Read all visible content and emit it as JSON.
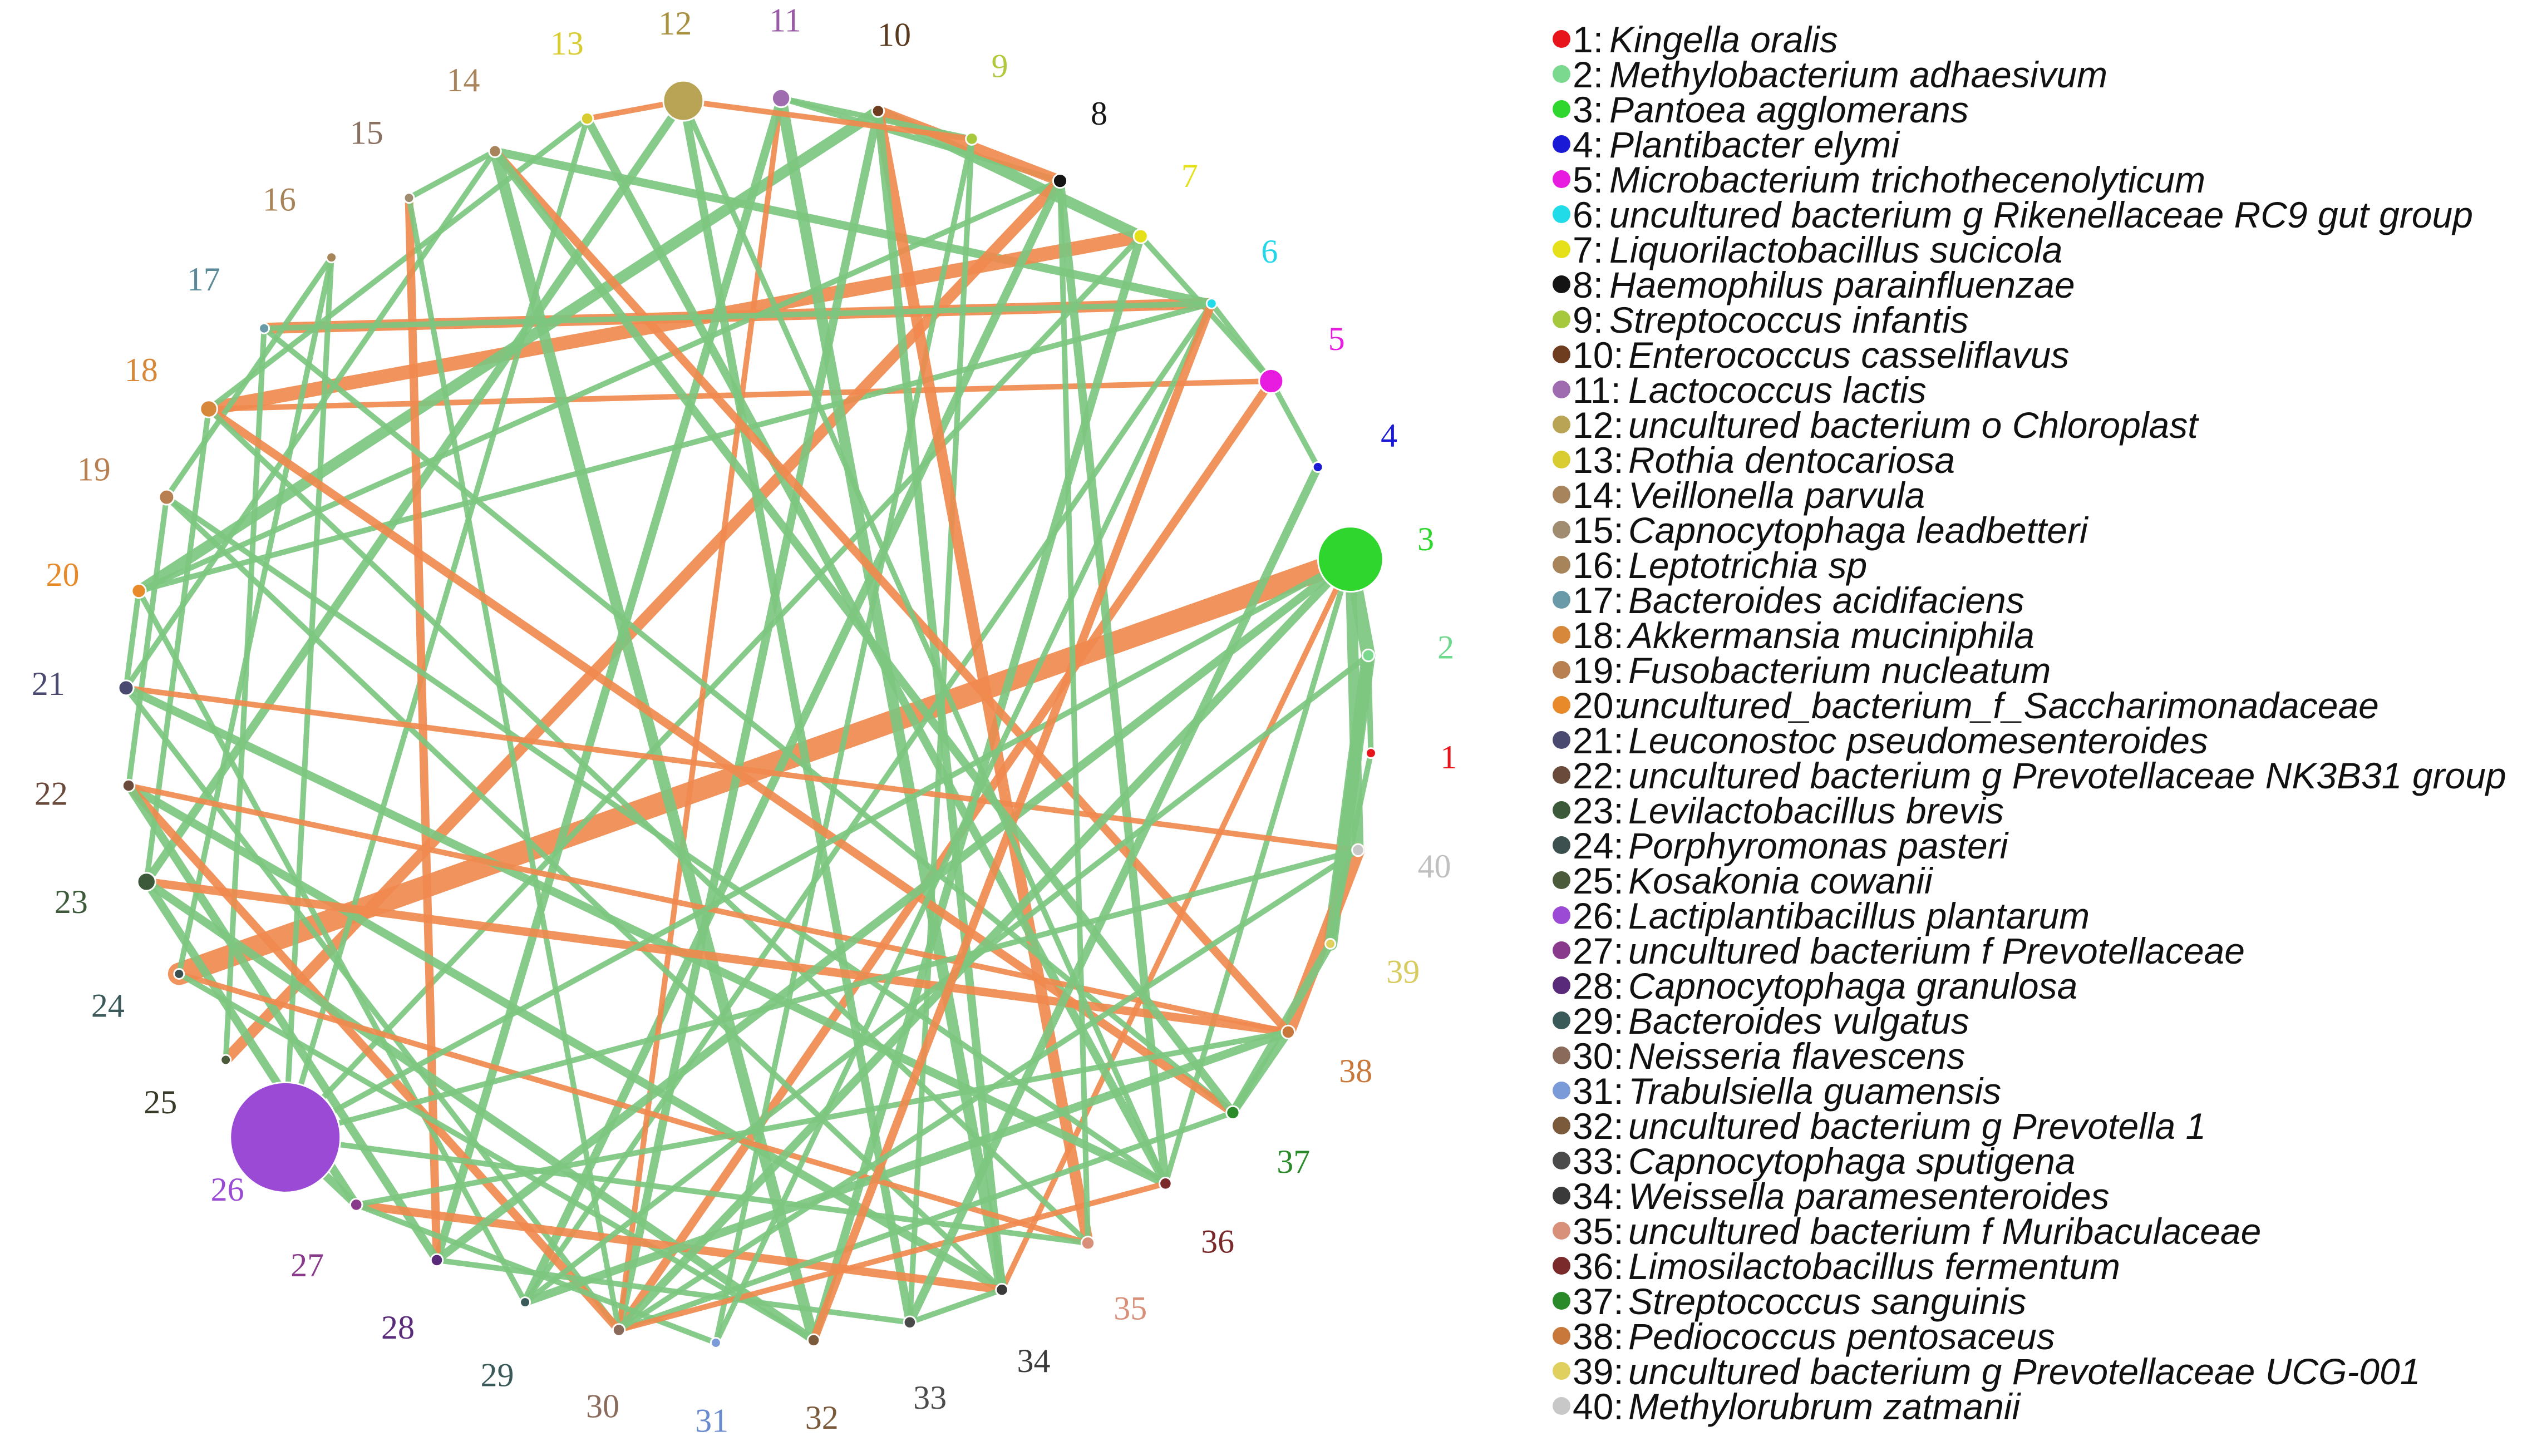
{
  "nodes": [
    {
      "id": "1",
      "name": "Kingella oralis",
      "color": "#e8141c",
      "size": 1
    },
    {
      "id": "2",
      "name": "Methylobacterium adhaesivum",
      "color": "#7ad98f",
      "size": 1.2
    },
    {
      "id": "3",
      "name": "Pantoea agglomerans",
      "color": "#2ed62e",
      "size": 6.5
    },
    {
      "id": "4",
      "name": "Plantibacter elymi",
      "color": "#1a1ad6",
      "size": 1
    },
    {
      "id": "5",
      "name": "Microbacterium  trichothecenolyticum",
      "color": "#e81ce0",
      "size": 2.4
    },
    {
      "id": "6",
      "name": "uncultured bacterium g Rikenellaceae RC9 gut group",
      "color": "#22dbe8",
      "size": 1
    },
    {
      "id": "7",
      "name": "Liquorilactobacillus sucicola",
      "color": "#e6e01a",
      "size": 1.4
    },
    {
      "id": "8",
      "name": "Haemophilus parainfluenzae",
      "color": "#141414",
      "size": 1.4
    },
    {
      "id": "9",
      "name": "Streptococcus infantis",
      "color": "#a6c83c",
      "size": 1.2
    },
    {
      "id": "10",
      "name": "Enterococcus casseliflavus",
      "color": "#6e3c1e",
      "size": 1.2
    },
    {
      "id": "11",
      "name": "Lactococcus lactis",
      "color": "#a06cb0",
      "size": 1.8
    },
    {
      "id": "12",
      "name": "uncultured bacterium o Chloroplast",
      "color": "#b8a454",
      "size": 4
    },
    {
      "id": "13",
      "name": "Rothia dentocariosa",
      "color": "#d8cc30",
      "size": 1.2
    },
    {
      "id": "14",
      "name": "Veillonella parvula",
      "color": "#a8845c",
      "size": 1.2
    },
    {
      "id": "15",
      "name": "Capnocytophaga leadbetteri",
      "color": "#a08c70",
      "size": 1
    },
    {
      "id": "16",
      "name": "Leptotrichia sp",
      "color": "#a8845a",
      "size": 1
    },
    {
      "id": "17",
      "name": "Bacteroides acidifaciens",
      "color": "#6a9aa8",
      "size": 1
    },
    {
      "id": "18",
      "name": "Akkermansia muciniphila",
      "color": "#d8883a",
      "size": 1.7
    },
    {
      "id": "19",
      "name": "Fusobacterium nucleatum",
      "color": "#b88050",
      "size": 1.5
    },
    {
      "id": "20",
      "name": "uncultured_bacterium_f_Saccharimonadaceae",
      "color": "#e88a2a",
      "size": 1.4
    },
    {
      "id": "21",
      "name": "Leuconostoc pseudomesenteroides",
      "color": "#4a4a70",
      "size": 1.5
    },
    {
      "id": "22",
      "name": "uncultured bacterium g Prevotellaceae NK3B31 group",
      "color": "#6a4a3a",
      "size": 1.2
    },
    {
      "id": "23",
      "name": "Levilactobacillus brevis",
      "color": "#3c5a3a",
      "size": 1.8
    },
    {
      "id": "24",
      "name": "Porphyromonas pasteri",
      "color": "#3c5050",
      "size": 1
    },
    {
      "id": "25",
      "name": "Kosakonia cowanii",
      "color": "#4a5a3a",
      "size": 1
    },
    {
      "id": "26",
      "name": "Lactiplantibacillus plantarum",
      "color": "#9b4ad6",
      "size": 11
    },
    {
      "id": "27",
      "name": "uncultured bacterium f Prevotellaceae",
      "color": "#8a3a8a",
      "size": 1.2
    },
    {
      "id": "28",
      "name": "Capnocytophaga granulosa",
      "color": "#5a2a7a",
      "size": 1.2
    },
    {
      "id": "29",
      "name": "Bacteroides vulgatus",
      "color": "#3a5a5a",
      "size": 1
    },
    {
      "id": "30",
      "name": "Neisseria flavescens",
      "color": "#8a6a5a",
      "size": 1.2
    },
    {
      "id": "31",
      "name": "Trabulsiella guamensis",
      "color": "#7a9ad8",
      "size": 1
    },
    {
      "id": "32",
      "name": "uncultured bacterium g Prevotella 1",
      "color": "#7a5a3a",
      "size": 1.2
    },
    {
      "id": "33",
      "name": "Capnocytophaga sputigena",
      "color": "#4a4a4a",
      "size": 1.2
    },
    {
      "id": "34",
      "name": "Weissella paramesenteroides",
      "color": "#3a3a3a",
      "size": 1.2
    },
    {
      "id": "35",
      "name": "uncultured bacterium f Muribaculaceae",
      "color": "#d8907a",
      "size": 1.3
    },
    {
      "id": "36",
      "name": "Limosilactobacillus fermentum",
      "color": "#7a2a2a",
      "size": 1.2
    },
    {
      "id": "37",
      "name": "Streptococcus sanguinis",
      "color": "#2a8a2a",
      "size": 1.3
    },
    {
      "id": "38",
      "name": "Pediococcus pentosaceus",
      "color": "#c8783a",
      "size": 1.3
    },
    {
      "id": "39",
      "name": "uncultured bacterium g Prevotellaceae UCG-001",
      "color": "#e0d060",
      "size": 1
    },
    {
      "id": "40",
      "name": "Methylorubrum zatmanii",
      "color": "#c8c8c8",
      "size": 1.2
    }
  ],
  "label_colors": {
    "1": "#e8141c",
    "2": "#6ed88c",
    "3": "#2ed62e",
    "4": "#1a1ad6",
    "5": "#e81ce0",
    "6": "#22d8e8",
    "7": "#e6e01a",
    "8": "#141414",
    "9": "#b4c83c",
    "10": "#5a3a1e",
    "11": "#9a5aa8",
    "12": "#a89040",
    "13": "#d8cc30",
    "14": "#a8845c",
    "15": "#8a7060",
    "16": "#a8845a",
    "17": "#5a8a98",
    "18": "#d8883a",
    "19": "#b88050",
    "20": "#e88a2a",
    "21": "#4a4a70",
    "22": "#6a4a3a",
    "23": "#3c5a3a",
    "24": "#3c5a5a",
    "25": "#3a3a2a",
    "26": "#9b4ad6",
    "27": "#8a3a8a",
    "28": "#5a2a7a",
    "29": "#3a5a5a",
    "30": "#8a6a5a",
    "31": "#6a8ad0",
    "32": "#7a5a3a",
    "33": "#4a4a4a",
    "34": "#3a3a3a",
    "35": "#d8907a",
    "36": "#7a2a2a",
    "37": "#2a8a2a",
    "38": "#c8783a",
    "39": "#d8cc60",
    "40": "#c0c0c0"
  },
  "edge_colors": {
    "positive": "#7dc781",
    "negative": "#f08a4f"
  },
  "edges": [
    [
      "2",
      "3",
      "pos",
      5
    ],
    [
      "1",
      "2",
      "pos",
      2
    ],
    [
      "3",
      "40",
      "pos",
      4
    ],
    [
      "2",
      "39",
      "pos",
      5
    ],
    [
      "40",
      "38",
      "neg",
      5
    ],
    [
      "39",
      "37",
      "pos",
      3
    ],
    [
      "38",
      "37",
      "pos",
      3
    ],
    [
      "3",
      "24",
      "neg",
      8
    ],
    [
      "3",
      "34",
      "neg",
      2
    ],
    [
      "3",
      "36",
      "pos",
      2
    ],
    [
      "4",
      "5",
      "pos",
      2
    ],
    [
      "5",
      "7",
      "pos",
      2
    ],
    [
      "5",
      "6",
      "pos",
      2
    ],
    [
      "5",
      "18",
      "neg",
      2
    ],
    [
      "5",
      "30",
      "neg",
      3
    ],
    [
      "6",
      "17",
      "neg",
      4
    ],
    [
      "6",
      "14",
      "pos",
      3
    ],
    [
      "6",
      "20",
      "pos",
      2
    ],
    [
      "6",
      "29",
      "pos",
      2
    ],
    [
      "7",
      "18",
      "neg",
      5
    ],
    [
      "7",
      "10",
      "pos",
      4
    ],
    [
      "7",
      "32",
      "pos",
      3
    ],
    [
      "7",
      "26",
      "pos",
      2
    ],
    [
      "8",
      "11",
      "pos",
      2
    ],
    [
      "8",
      "10",
      "neg",
      4
    ],
    [
      "8",
      "20",
      "pos",
      2
    ],
    [
      "8",
      "25",
      "neg",
      4
    ],
    [
      "8",
      "36",
      "pos",
      3
    ],
    [
      "8",
      "29",
      "pos",
      3
    ],
    [
      "9",
      "11",
      "pos",
      2
    ],
    [
      "9",
      "31",
      "pos",
      2
    ],
    [
      "9",
      "33",
      "pos",
      2
    ],
    [
      "10",
      "35",
      "neg",
      4
    ],
    [
      "10",
      "20",
      "pos",
      4
    ],
    [
      "10",
      "30",
      "pos",
      3
    ],
    [
      "10",
      "34",
      "pos",
      3
    ],
    [
      "11",
      "30",
      "neg",
      2
    ],
    [
      "11",
      "34",
      "pos",
      4
    ],
    [
      "11",
      "28",
      "pos",
      3
    ],
    [
      "12",
      "13",
      "neg",
      2
    ],
    [
      "12",
      "9",
      "neg",
      2
    ],
    [
      "12",
      "33",
      "pos",
      3
    ],
    [
      "12",
      "23",
      "pos",
      3
    ],
    [
      "13",
      "36",
      "pos",
      3
    ],
    [
      "13",
      "18",
      "pos",
      2
    ],
    [
      "13",
      "26",
      "pos",
      2
    ],
    [
      "14",
      "38",
      "neg",
      3
    ],
    [
      "14",
      "15",
      "pos",
      2
    ],
    [
      "14",
      "32",
      "pos",
      4
    ],
    [
      "14",
      "21",
      "pos",
      2
    ],
    [
      "15",
      "28",
      "neg",
      3
    ],
    [
      "15",
      "30",
      "pos",
      2
    ],
    [
      "16",
      "19",
      "pos",
      2
    ],
    [
      "16",
      "24",
      "pos",
      2
    ],
    [
      "16",
      "26",
      "pos",
      2
    ],
    [
      "17",
      "25",
      "pos",
      2
    ],
    [
      "17",
      "6",
      "pos",
      2
    ],
    [
      "17",
      "37",
      "pos",
      2
    ],
    [
      "18",
      "37",
      "neg",
      3
    ],
    [
      "18",
      "35",
      "pos",
      2
    ],
    [
      "18",
      "23",
      "pos",
      2
    ],
    [
      "19",
      "34",
      "pos",
      2
    ],
    [
      "19",
      "36",
      "pos",
      2
    ],
    [
      "19",
      "22",
      "pos",
      2
    ],
    [
      "20",
      "21",
      "pos",
      2
    ],
    [
      "20",
      "29",
      "pos",
      2
    ],
    [
      "21",
      "40",
      "neg",
      2
    ],
    [
      "21",
      "36",
      "pos",
      3
    ],
    [
      "21",
      "30",
      "pos",
      2
    ],
    [
      "22",
      "34",
      "pos",
      3
    ],
    [
      "22",
      "30",
      "neg",
      3
    ],
    [
      "22",
      "38",
      "neg",
      2
    ],
    [
      "22",
      "28",
      "pos",
      3
    ],
    [
      "23",
      "38",
      "neg",
      3
    ],
    [
      "23",
      "27",
      "pos",
      3
    ],
    [
      "23",
      "32",
      "pos",
      3
    ],
    [
      "24",
      "35",
      "neg",
      2
    ],
    [
      "24",
      "32",
      "pos",
      2
    ],
    [
      "26",
      "27",
      "pos",
      3
    ],
    [
      "26",
      "40",
      "pos",
      2
    ],
    [
      "26",
      "35",
      "pos",
      2
    ],
    [
      "26",
      "3",
      "pos",
      2
    ],
    [
      "27",
      "34",
      "neg",
      3
    ],
    [
      "27",
      "31",
      "pos",
      2
    ],
    [
      "27",
      "38",
      "pos",
      2
    ],
    [
      "28",
      "33",
      "pos",
      2
    ],
    [
      "28",
      "3",
      "pos",
      3
    ],
    [
      "29",
      "38",
      "pos",
      3
    ],
    [
      "29",
      "2",
      "pos",
      2
    ],
    [
      "30",
      "3",
      "pos",
      3
    ],
    [
      "30",
      "37",
      "pos",
      2
    ],
    [
      "30",
      "36",
      "neg",
      2
    ],
    [
      "31",
      "6",
      "pos",
      2
    ],
    [
      "32",
      "6",
      "neg",
      3
    ],
    [
      "33",
      "4",
      "pos",
      3
    ],
    [
      "34",
      "33",
      "pos",
      2
    ],
    [
      "35",
      "8",
      "pos",
      2
    ],
    [
      "36",
      "12",
      "pos",
      2
    ],
    [
      "37",
      "14",
      "pos",
      3
    ],
    [
      "39",
      "2",
      "pos",
      4
    ],
    [
      "39",
      "1",
      "pos",
      2
    ],
    [
      "40",
      "30",
      "pos",
      2
    ]
  ]
}
